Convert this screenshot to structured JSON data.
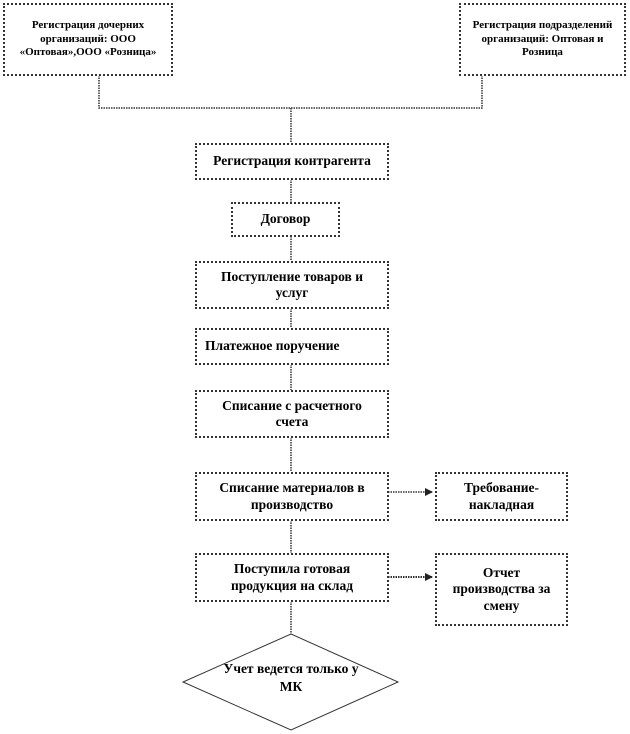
{
  "diagram": {
    "colors": {
      "line": "#333333",
      "box_fill": "#ffffff",
      "text": "#000000"
    },
    "top_boxes": [
      {
        "id": "left",
        "label": "Регистрация дочерних организаций: ООО «Оптовая»,ООО «Розница»"
      },
      {
        "id": "right",
        "label": "Регистрация подразделений организаций: Оптовая и Розница"
      }
    ],
    "steps": [
      {
        "label": "Регистрация контрагента"
      },
      {
        "label": "Договор"
      },
      {
        "label": "Поступление товаров и услуг"
      },
      {
        "label": "Платежное поручение"
      },
      {
        "label": "Списание с расчетного счета"
      },
      {
        "label": "Списание материалов в производство"
      },
      {
        "label": "Поступила готовая продукция на склад"
      }
    ],
    "side_documents": [
      {
        "from_step": 5,
        "label": "Требование-накладная"
      },
      {
        "from_step": 6,
        "label": "Отчет производства за смену"
      }
    ],
    "decision": {
      "label": "Учет ведется только у МК"
    }
  }
}
